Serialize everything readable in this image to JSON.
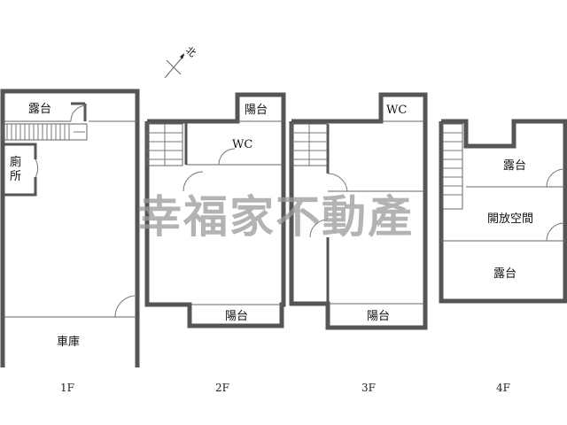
{
  "north_label": "北",
  "watermark": "幸福家不動產",
  "floors": {
    "f1": {
      "label": "1F",
      "rooms": {
        "terrace": "露台",
        "toilet_line1": "廁",
        "toilet_line2": "所",
        "garage": "車庫"
      }
    },
    "f2": {
      "label": "2F",
      "rooms": {
        "balcony_top": "陽台",
        "wc": "WC",
        "balcony_bottom": "陽台"
      }
    },
    "f3": {
      "label": "3F",
      "rooms": {
        "wc": "WC",
        "balcony_bottom": "陽台"
      }
    },
    "f4": {
      "label": "4F",
      "rooms": {
        "terrace_top": "露台",
        "open_space": "開放空間",
        "terrace_bottom": "露台"
      }
    }
  }
}
